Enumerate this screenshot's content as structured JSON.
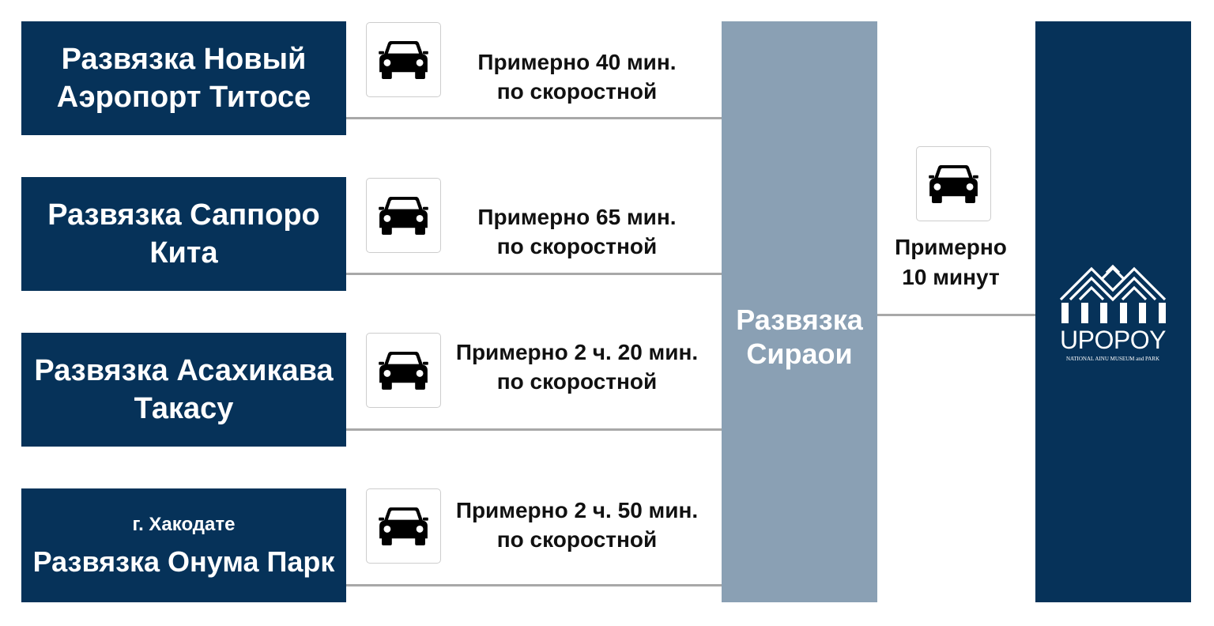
{
  "colors": {
    "navy": "#063259",
    "hub": "#8aa0b4",
    "connector": "#a8a8a8",
    "text": "#111111"
  },
  "origins": [
    {
      "lines": [
        "Развязка Новый",
        "Аэропорт Титосе"
      ]
    },
    {
      "lines": [
        "Развязка Саппоро",
        "Кита"
      ]
    },
    {
      "lines": [
        "Развязка Асахикава",
        "Такасу"
      ]
    },
    {
      "prefix": "г. Хакодате",
      "lines": [
        "Развязка Онума Парк"
      ]
    }
  ],
  "routes": [
    {
      "icon": "car-icon",
      "time": "Примерно 40 мин.",
      "mode": "по скоростной"
    },
    {
      "icon": "car-icon",
      "time": "Примерно 65 мин.",
      "mode": "по скоростной"
    },
    {
      "icon": "car-icon",
      "time": "Примерно 2 ч. 20 мин.",
      "mode": "по скоростной"
    },
    {
      "icon": "car-icon",
      "time": "Примерно 2 ч. 50 мин.",
      "mode": "по скоростной"
    }
  ],
  "hub": {
    "lines": [
      "Развязка",
      "Сираои"
    ]
  },
  "final_leg": {
    "icon": "car-icon",
    "lines": [
      "Примерно",
      "10 минут"
    ]
  },
  "destination": {
    "logo_icon": "upopoy-logo-mark",
    "logo_name": "UPOPOY",
    "logo_subtitle": "NATIONAL AINU MUSEUM and PARK"
  }
}
